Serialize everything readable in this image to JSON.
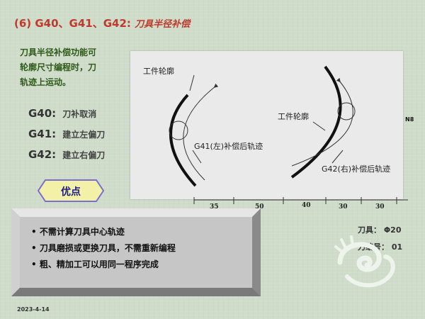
{
  "slide": {
    "title": "(6) G40、G41、G42:",
    "title_sub": "刀具半径补偿",
    "intro_lines": [
      "刀具半径补偿功能可",
      "轮廓尺寸编程时，刀",
      "轨迹上运动。"
    ],
    "codes": [
      {
        "code": "G40:",
        "desc": "刀补取消"
      },
      {
        "code": "G41:",
        "desc": "建立左偏刀"
      },
      {
        "code": "G42:",
        "desc": "建立右偏刀"
      }
    ],
    "figure": {
      "left_label_top": "工件轮廓",
      "left_label_bottom": "G41(左)补偿后轨迹",
      "right_label_top": "工件轮廓",
      "right_label_bottom": "G42(右)补偿后轨迹"
    },
    "ruler_labels": [
      "35",
      "50",
      "40",
      "30",
      "30"
    ],
    "corner_label": "N8",
    "badge_label": "优点",
    "advantages": [
      "不需计算刀具中心轨迹",
      "刀具磨损或更换刀具，不需重新编程",
      "粗、精加工可以用同一程序完成"
    ],
    "tool_line1": "刀具：  Φ20",
    "tool_line2": "刀编号：  01",
    "date": "2023-4-14",
    "colors": {
      "title": "#c0392b",
      "intro": "#2d5a18",
      "badge_fill": "#f3f0a8",
      "badge_stroke": "#7a6fd0"
    }
  }
}
